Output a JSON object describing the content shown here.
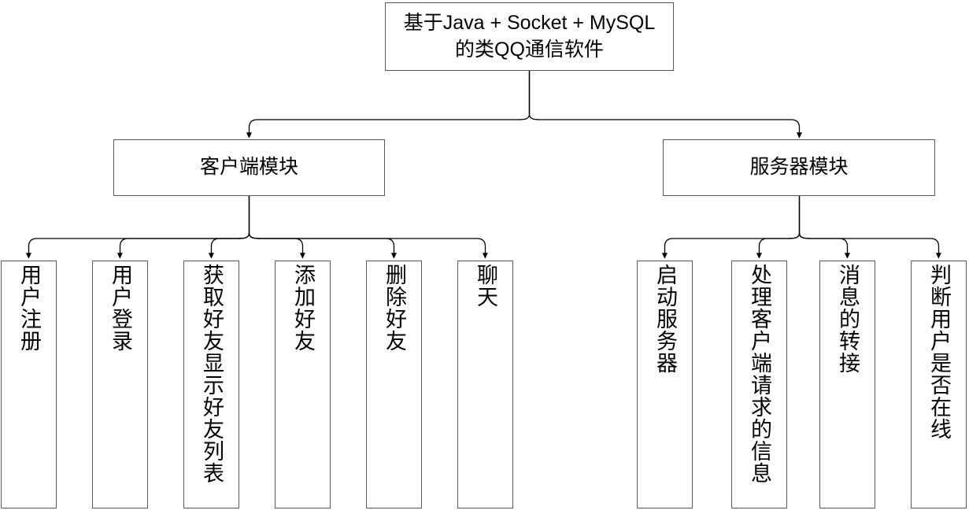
{
  "diagram": {
    "title": "基于Java + Socket + MySQL的类QQ通信软件",
    "type": "tree-hierarchy",
    "orientation": "top-down",
    "colors": {
      "background": "#ffffff",
      "box_border": "#595959",
      "connector": "#000000",
      "text": "#000000"
    },
    "root": {
      "id": "root",
      "label": "基于Java + Socket + MySQL\n的类QQ通信软件"
    },
    "branches": [
      {
        "id": "client-module",
        "label": "客户端模块",
        "children": [
          {
            "id": "client-register",
            "label": "用户注册"
          },
          {
            "id": "client-login",
            "label": "用户登录"
          },
          {
            "id": "client-friend-list",
            "label": "获取好友显示好友列表"
          },
          {
            "id": "client-add-friend",
            "label": "添加好友"
          },
          {
            "id": "client-delete-friend",
            "label": "删除好友"
          },
          {
            "id": "client-chat",
            "label": "聊天"
          }
        ]
      },
      {
        "id": "server-module",
        "label": "服务器模块",
        "children": [
          {
            "id": "server-start",
            "label": "启动服务器"
          },
          {
            "id": "server-handle-request",
            "label": "处理客户端请求的信息"
          },
          {
            "id": "server-message-relay",
            "label": "消息的转接"
          },
          {
            "id": "server-online-check",
            "label": "判断用户是否在线"
          }
        ]
      }
    ]
  }
}
